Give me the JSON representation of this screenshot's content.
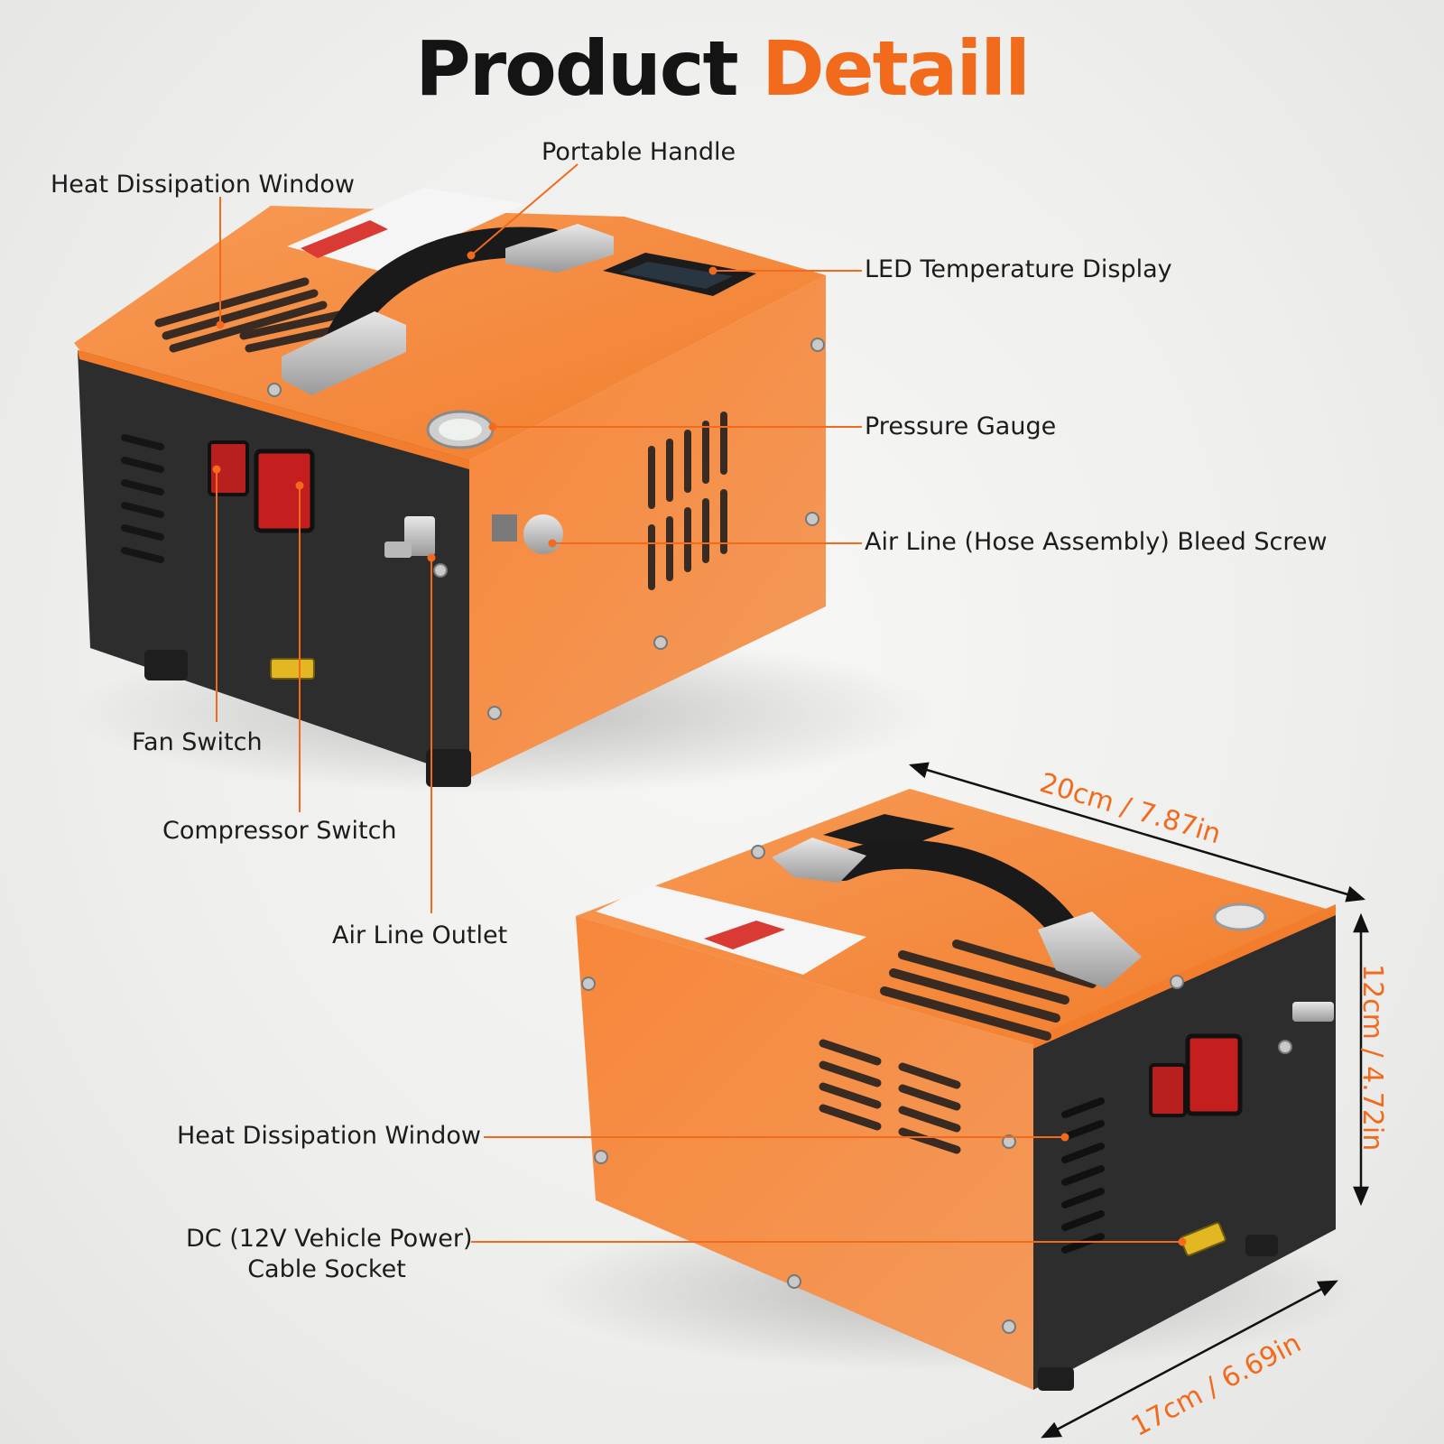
{
  "title": {
    "part1": "Product",
    "part2": "Detaill"
  },
  "colors": {
    "accent": "#f26b1d",
    "text": "#1c1c1c",
    "body": "#f4782a",
    "panel": "#2b2b2b"
  },
  "callouts": {
    "heat_window_top": "Heat Dissipation Window",
    "portable_handle": "Portable Handle",
    "led_display": "LED Temperature Display",
    "pressure_gauge": "Pressure Gauge",
    "bleed_screw": "Air Line (Hose Assembly) Bleed Screw",
    "fan_switch": "Fan Switch",
    "compressor_switch": "Compressor Switch",
    "air_outlet": "Air Line Outlet",
    "heat_window_bottom": "Heat Dissipation Window",
    "dc_socket_line1": "DC (12V Vehicle Power)",
    "dc_socket_line2": "Cable Socket"
  },
  "dimensions": {
    "length": "20cm / 7.87in",
    "height": "12cm / 4.72in",
    "width": "17cm / 6.69in"
  }
}
